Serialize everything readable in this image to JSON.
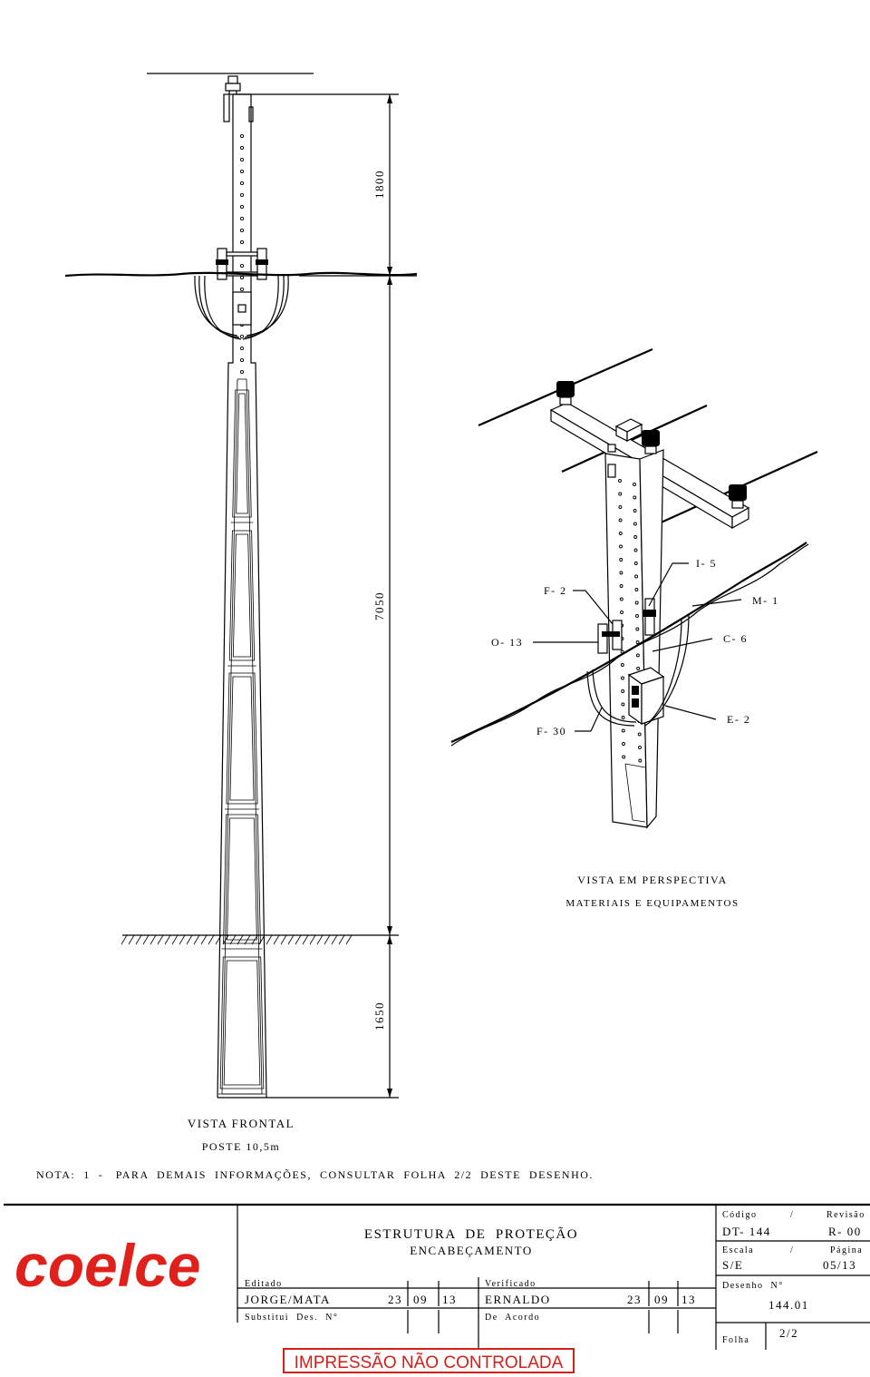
{
  "dimensions": {
    "top": "1800",
    "middle": "7050",
    "bottom": "1650"
  },
  "front_view": {
    "title": "VISTA  FRONTAL",
    "subtitle": "POSTE  10,5m"
  },
  "perspective_view": {
    "title": "VISTA  EM  PERSPECTIVA",
    "subtitle": "MATERIAIS  E  EQUIPAMENTOS",
    "labels": {
      "i5": "I- 5",
      "f2": "F- 2",
      "m1": "M- 1",
      "o13": "O- 13",
      "c6": "C- 6",
      "f30": "F- 30",
      "e2": "E- 2"
    }
  },
  "note": "NOTA:  1  -   PARA  DEMAIS  INFORMAÇÕES,  CONSULTAR  FOLHA  2/2  DESTE  DESENHO.",
  "title_block": {
    "logo": "coelce",
    "title1": "ESTRUTURA  DE  PROTEÇÃO",
    "title2": "ENCABEÇAMENTO",
    "edited_label": "Editado",
    "edited_by": "JORGE/MATA",
    "edited_date": [
      "23",
      "09",
      "13"
    ],
    "verified_label": "Verificado",
    "verified_by": "ERNALDO",
    "verified_date": [
      "23",
      "09",
      "13"
    ],
    "replaces_label": "Substitui  Des.  N°",
    "agreement_label": "De  Acordo",
    "code_label": "Código",
    "slash": "/",
    "revision_label": "Revisão",
    "code": "DT- 144",
    "revision": "R- 00",
    "scale_label": "Escala",
    "page_label": "Página",
    "scale": "S/E",
    "page": "05/13",
    "drawing_no_label": "Desenho  N°",
    "drawing_no": "144.01",
    "sheet_label": "Folha",
    "sheet": "2/2"
  },
  "stamp": "IMPRESSÃO NÃO CONTROLADA",
  "colors": {
    "logo": "#e0201a",
    "stamp": "#d2201a",
    "line": "#000000"
  }
}
